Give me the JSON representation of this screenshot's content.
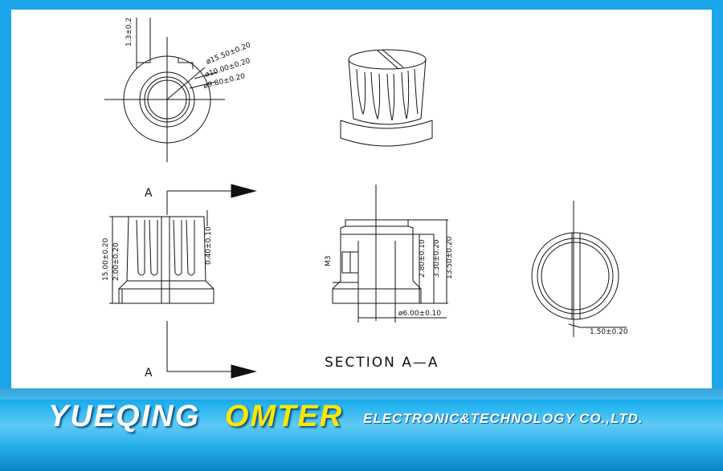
{
  "drawing": {
    "top_dims": [
      "1.3±0.2",
      "ø15.50±0.20",
      "ø10.00±0.20",
      "ø9.80±0.20"
    ],
    "side_dims": [
      "15.00±0.20",
      "2.00±0.20",
      "0.40±0.10"
    ],
    "section_dims": [
      "M3",
      "2.80±0.10",
      "3.30±0.20",
      "13.50±0.20",
      "ø6.00±0.10"
    ],
    "bottom_dims": [
      "1.50±0.20"
    ],
    "section_label_top": "A",
    "section_label_bottom": "A",
    "section_title": "SECTION  A—A"
  },
  "banner": {
    "name_part1": "YUEQING",
    "name_part2": "OMTER",
    "name_part3": "ELECTRONIC&TECHNOLOGY  CO.,LTD.",
    "colors": {
      "frame": "#1aa6e8",
      "highlight": "#ffe600",
      "text": "#ffffff"
    }
  }
}
